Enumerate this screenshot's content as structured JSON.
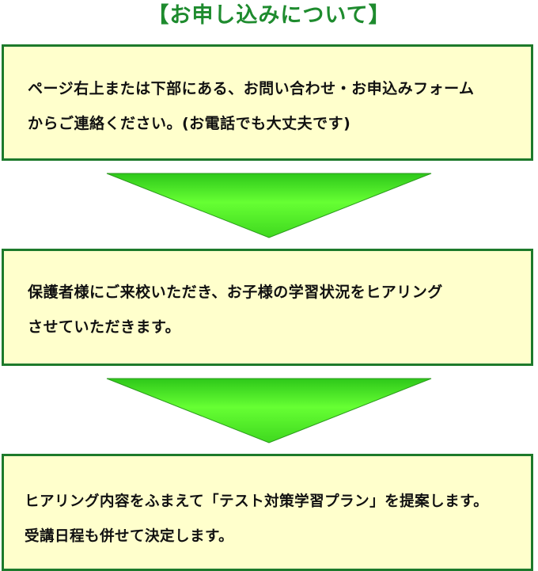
{
  "title": "【お申し込みについて】",
  "steps": [
    {
      "line1": "ページ右上または下部にある、お問い合わせ・お申込みフォーム",
      "line2": "からご連絡ください。(お電話でも大丈夫です)"
    },
    {
      "line1": "保護者様にご来校いただき、お子様の学習状況をヒアリング",
      "line2": "させていただきます。"
    },
    {
      "line1": "ヒアリング内容をふまえて「テスト対策学習プラン」を提案します。",
      "line2": "受講日程も併せて決定します。"
    }
  ],
  "colors": {
    "title": "#1e8b2e",
    "box_fill": "#ffffcc",
    "box_border": "#1d7a2b",
    "arrow_light": "#66ff33",
    "arrow_dark": "#2ec81a"
  }
}
